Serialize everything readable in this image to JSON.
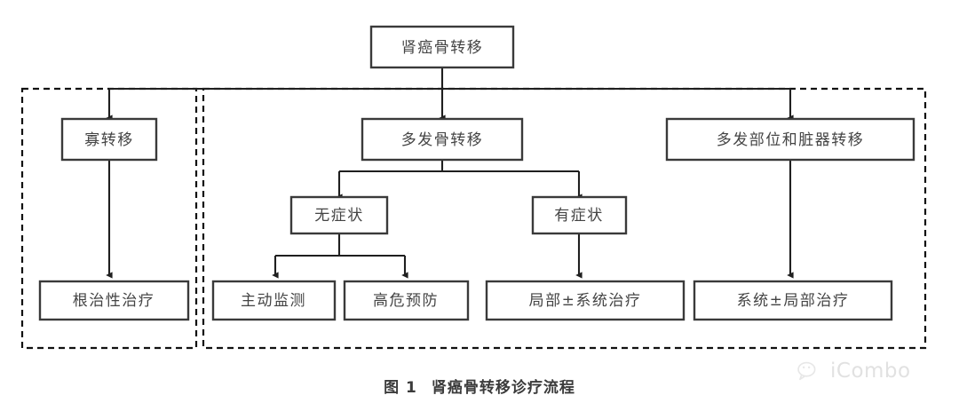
{
  "figure": {
    "caption_number": "图 1",
    "caption_text": "肾癌骨转移诊疗流程"
  },
  "watermark": {
    "text": "iCombo",
    "icon": "wechat-bubbles-icon",
    "color": "#b9b9b9"
  },
  "colors": {
    "box_stroke": "#3a3a3a",
    "connector": "#1f1f1f",
    "group_dashed": "#111111",
    "text": "#444444",
    "background": "#ffffff"
  },
  "flow": {
    "root": {
      "id": "root",
      "label": "肾癌骨转移"
    },
    "groups": [
      {
        "id": "group-oligo",
        "label": ""
      },
      {
        "id": "group-multi",
        "label": ""
      }
    ],
    "nodes": [
      {
        "id": "oligo",
        "label": "寡转移"
      },
      {
        "id": "multi-bone",
        "label": "多发骨转移"
      },
      {
        "id": "multi-site-organ",
        "label": "多发部位和脏器转移"
      },
      {
        "id": "asymptomatic",
        "label": "无症状"
      },
      {
        "id": "symptomatic",
        "label": "有症状"
      },
      {
        "id": "radical-therapy",
        "label": "根治性治疗"
      },
      {
        "id": "active-surveillance",
        "label": "主动监测"
      },
      {
        "id": "high-risk-prevention",
        "label": "高危预防"
      },
      {
        "id": "local-plusminus-systemic",
        "label": "局部±系统治疗"
      },
      {
        "id": "systemic-plusminus-local",
        "label": "系统±局部治疗"
      }
    ],
    "edges": [
      {
        "from": "root",
        "to": "oligo"
      },
      {
        "from": "root",
        "to": "multi-bone"
      },
      {
        "from": "root",
        "to": "multi-site-organ"
      },
      {
        "from": "oligo",
        "to": "radical-therapy"
      },
      {
        "from": "multi-bone",
        "to": "asymptomatic"
      },
      {
        "from": "multi-bone",
        "to": "symptomatic"
      },
      {
        "from": "asymptomatic",
        "to": "active-surveillance"
      },
      {
        "from": "asymptomatic",
        "to": "high-risk-prevention"
      },
      {
        "from": "symptomatic",
        "to": "local-plusminus-systemic"
      },
      {
        "from": "multi-site-organ",
        "to": "systemic-plusminus-local"
      }
    ]
  }
}
